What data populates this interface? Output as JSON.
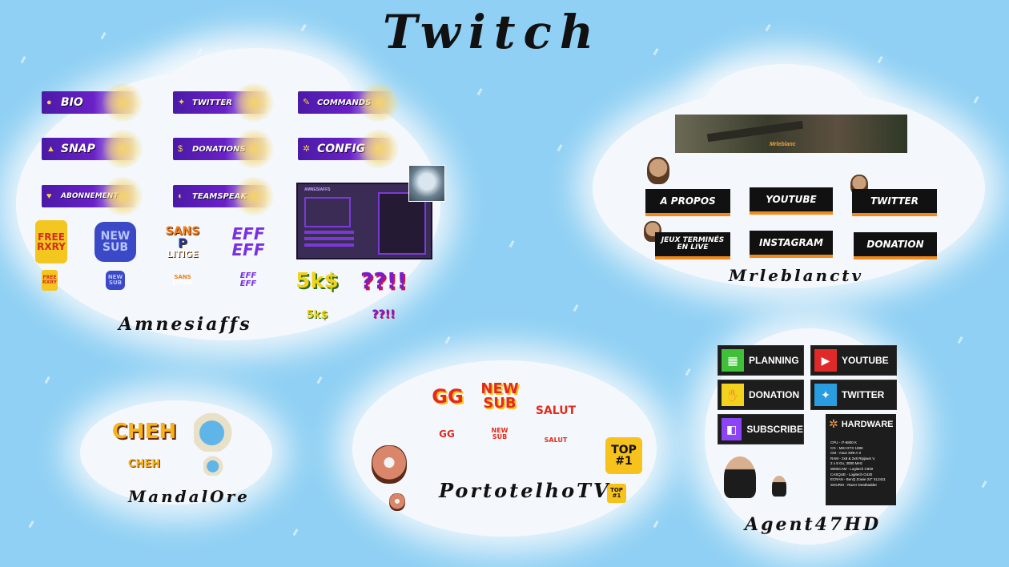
{
  "title": "Twitch",
  "colors": {
    "sky": "#8fd0f4",
    "cloud": "#f4f8fc",
    "purple": "#5a1fba",
    "orange": "#f08a1c"
  },
  "sections": {
    "amnesiaffs": {
      "name": "Amnesiaffs",
      "buttons": [
        "BIO",
        "TWITTER",
        "COMMANDS",
        "SNAP",
        "DONATIONS",
        "CONFIG",
        "ABONNEMENT",
        "TEAMSPEAK"
      ],
      "emotes": [
        {
          "top": "FREE",
          "bottom": "RXRY"
        },
        {
          "top": "NEW",
          "bottom": "SUB"
        },
        {
          "top": "SANS",
          "bottom": "LITIGE"
        },
        {
          "top": "EFF",
          "bottom": "EFF"
        }
      ],
      "overlay_label": "AMNESIAFFS",
      "emotes2": [
        "5k$",
        "??!!"
      ]
    },
    "mrleblanctv": {
      "name": "Mrleblanctv",
      "banner_tag": "Mrleblanc",
      "buttons": [
        "A PROPOS",
        "YOUTUBE",
        "TWITTER",
        "JEUX TERMINÉS\nEN LIVE",
        "INSTAGRAM",
        "DONATION"
      ]
    },
    "mandalore": {
      "name": "MandalOre",
      "emotes": [
        "CHEH"
      ]
    },
    "portotelho": {
      "name": "PortotelhoTV",
      "emotes": [
        "GG",
        "NEW SUB",
        "SALUT",
        "TOP #1"
      ]
    },
    "agent": {
      "name": "Agent47HD",
      "buttons": [
        "PLANNING",
        "YOUTUBE",
        "DONATION",
        "TWITTER",
        "SUBSCRIBE"
      ],
      "hardware_title": "HARDWARE",
      "hardware": [
        "CPU - I7-6800 K",
        "CG - MSI GTX 1080",
        "CM - Asus X99-A II",
        "RAM - 2x8 & 2x8 Ripjaws V,",
        "2 x 8 Go, 3000 MHz",
        "WEBCAM - Logitech C920",
        "CASQUE - Logitech G430",
        "ECRAN - BenQ Zowie 24\" XL2411",
        "SOURIS - Razer Deathadder"
      ]
    }
  }
}
